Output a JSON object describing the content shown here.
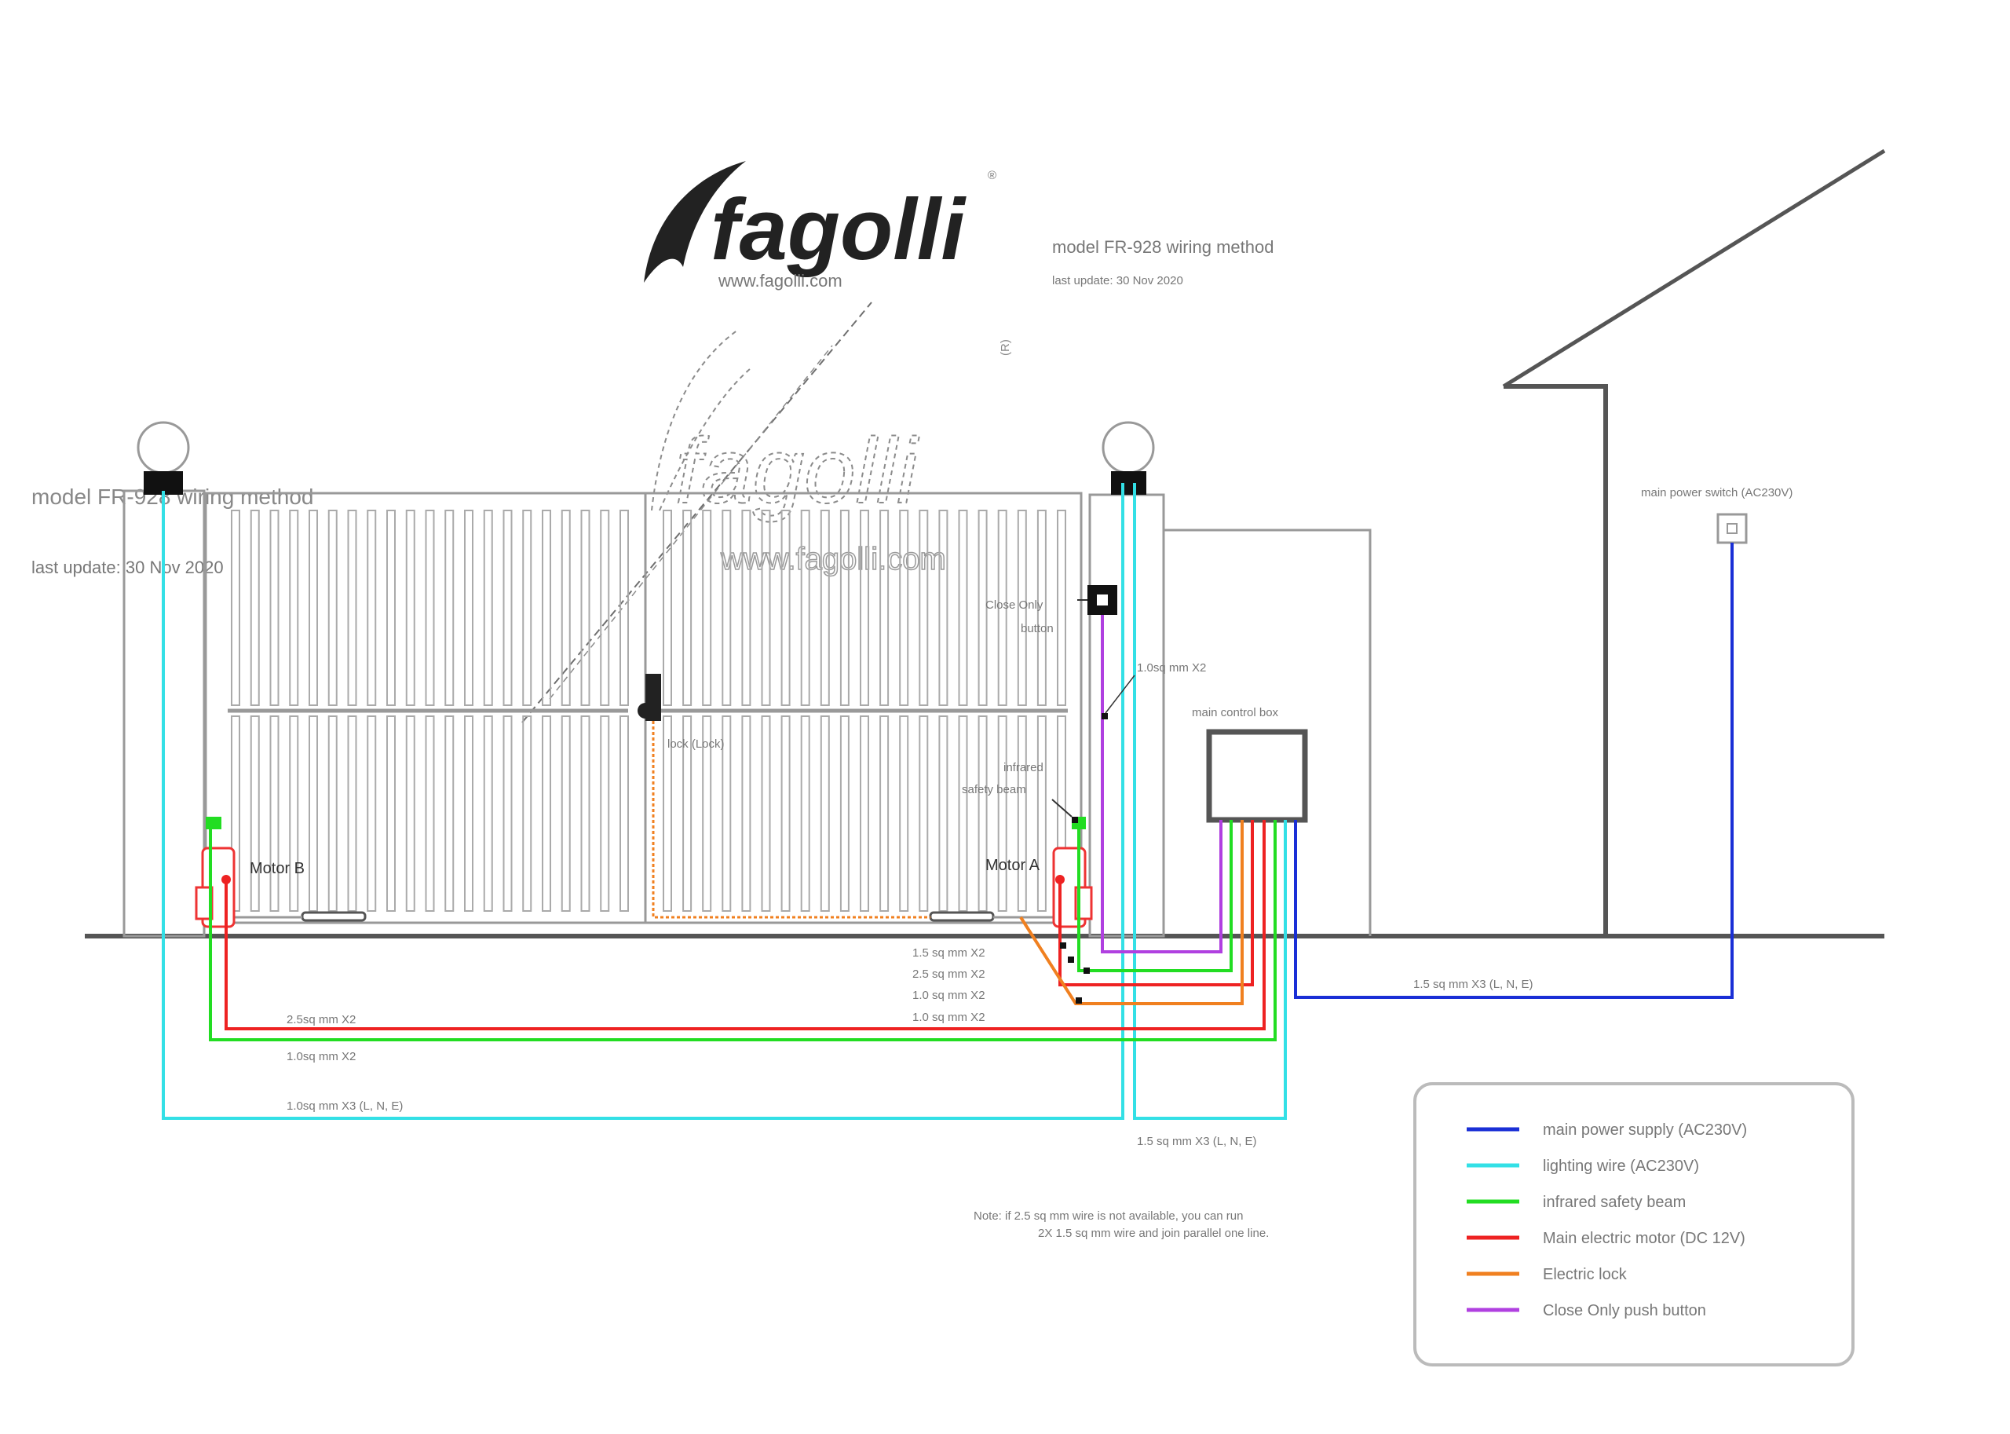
{
  "logo": {
    "brand": "fagolli",
    "registered": "®",
    "website": "www.fagolli.com"
  },
  "header": {
    "title": "model FR-928 wiring method",
    "updated": "last update: 30 Nov 2020"
  },
  "watermark": {
    "brand": "fagolli",
    "registered": "(R)",
    "website": "www.fagolli.com"
  },
  "side_header": {
    "title": "model FR-928 wiring method",
    "updated": "last update: 30 Nov 2020"
  },
  "labels": {
    "motor_a": "Motor A",
    "motor_b": "Motor B",
    "electric_lock": "lock (Lock)",
    "open_only_button": "Close Only",
    "open_only_button_2": "button",
    "infrared_1": "infrared",
    "infrared_2": "safety beam",
    "main_control_box": "main control box",
    "main_power_switch": "main power switch (AC230V)",
    "wire_purple": "1.0sq mm X2",
    "wire_red_main": "2.5sq mm X2",
    "wire_green_main": "1.0sq mm X2",
    "wire_cyan_main": "1.0sq mm X3 (L, N, E)",
    "wire_cyan_right": "1.5 sq mm X3 (L, N, E)",
    "wire_blue": "1.5 sq mm X3 (L, N, E)",
    "wire_a1": "1.5 sq mm X2",
    "wire_a2": "2.5 sq mm X2",
    "wire_a3": "1.0 sq mm X2",
    "wire_a4": "1.0 sq mm X2",
    "note_1": "Note: if 2.5 sq mm wire is not available, you can run",
    "note_2": "2X 1.5 sq mm wire and join parallel one line."
  },
  "legend": {
    "items": [
      {
        "label": "main power supply (AC230V)",
        "color": "#1a2fd6"
      },
      {
        "label": "lighting wire (AC230V)",
        "color": "#33e0e6"
      },
      {
        "label": "infrared safety beam",
        "color": "#22dd22"
      },
      {
        "label": "Main electric motor (DC 12V)",
        "color": "#ee2222"
      },
      {
        "label": "Electric lock",
        "color": "#f08020"
      },
      {
        "label": "Close Only push button",
        "color": "#b040e0"
      }
    ]
  }
}
